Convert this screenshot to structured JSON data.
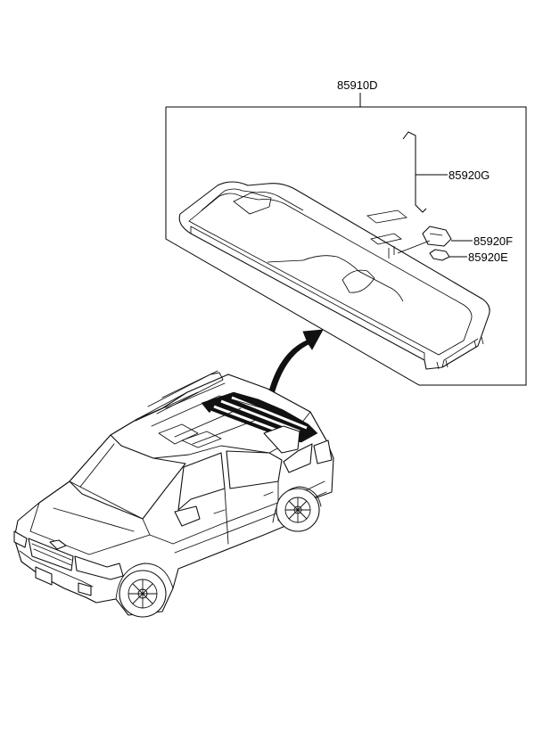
{
  "diagram": {
    "part_labels": {
      "assembly": "85910D",
      "wire": "85920G",
      "lamp_upper": "85920F",
      "lamp_lower": "85920E"
    }
  }
}
